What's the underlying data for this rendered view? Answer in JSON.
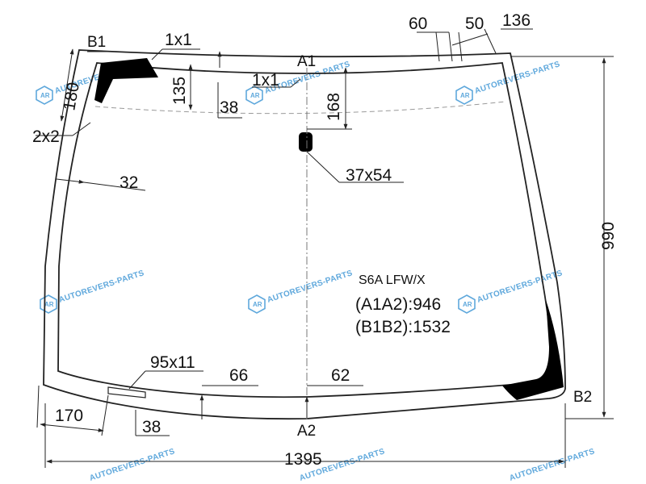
{
  "part_code": "S6A LFW/X",
  "points": {
    "a1": "A1",
    "a2": "A2",
    "b1": "B1",
    "b2": "B2"
  },
  "measurements": {
    "a1a2": "(A1A2):946",
    "b1b2": "(B1B2):1532"
  },
  "dimensions": {
    "total_width": "1395",
    "total_height": "990",
    "top_right_60": "60",
    "top_right_50": "50",
    "top_right_136": "136",
    "corner_1x1_top": "1x1",
    "center_1x1": "1x1",
    "left_180": "180",
    "depth_135": "135",
    "offset_38_top": "38",
    "center_168": "168",
    "corner_2x2": "2x2",
    "side_32": "32",
    "sensor_37x54": "37x54",
    "label_95x11": "95x11",
    "bottom_66": "66",
    "bottom_62": "62",
    "bottom_170": "170",
    "bottom_38": "38"
  },
  "watermark": {
    "text": "AUTOREVERS-PARTS",
    "mark": "AR"
  }
}
